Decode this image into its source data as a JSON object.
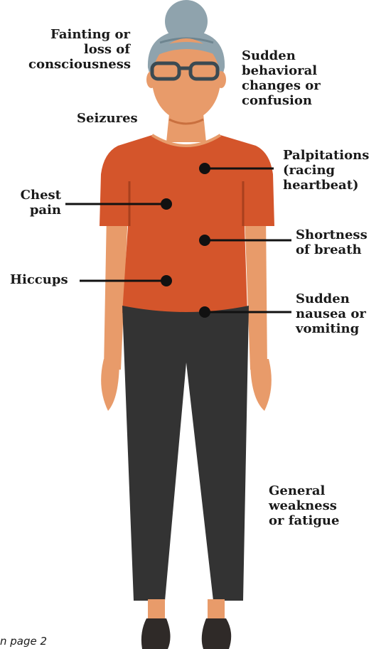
{
  "labels": {
    "fainting": "Fainting or\nloss of\nconsciousness",
    "behavioral": "Sudden\nbehavioral\nchanges or\nconfusion",
    "seizures": "Seizures",
    "palpitations": "Palpitations\n(racing\nheartbeat)",
    "chest_pain": "Chest\npain",
    "shortness": "Shortness\nof breath",
    "hiccups": "Hiccups",
    "nausea": "Sudden\nnausea or\nvomiting",
    "weakness": "General\nweakness\nor fatigue"
  },
  "footnote": "n page 2",
  "colors": {
    "skin": "#E89B6A",
    "skin_shadow": "#C9703F",
    "hair": "#8FA3AD",
    "hair_dark": "#6E8590",
    "glasses": "#3B4A52",
    "shirt": "#D4552B",
    "shirt_seam": "#A8401E",
    "pants": "#333333",
    "shoes": "#2F2A28",
    "line": "#111111"
  }
}
